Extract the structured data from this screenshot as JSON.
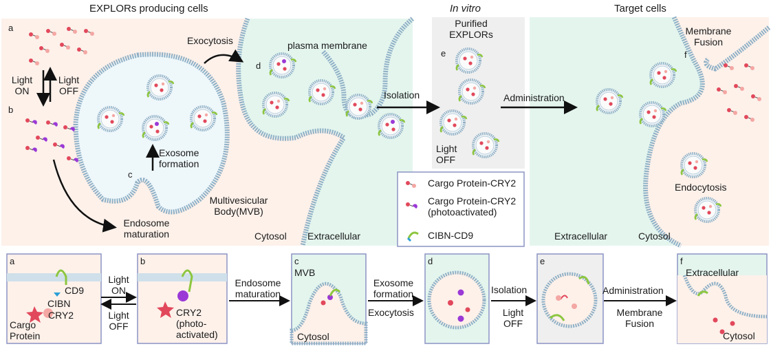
{
  "headers": {
    "producing": "EXPLORs producing cells",
    "invitro": "In vitro",
    "target": "Target cells"
  },
  "top": {
    "a": "a",
    "b": "b",
    "c": "c",
    "d": "d",
    "e": "e",
    "f": "f",
    "light_on_1": "Light",
    "light_on_2": "ON",
    "light_off_1": "Light",
    "light_off_2": "OFF",
    "exocytosis": "Exocytosis",
    "plasma_membrane": "plasma membrane",
    "exosome_1": "Exosome",
    "exosome_2": "formation",
    "endosome_1": "Endosome",
    "endosome_2": "maturation",
    "mvb_1": "Multivesicular",
    "mvb_2": "Body(MVB)",
    "cytosol_left": "Cytosol",
    "extracellular_left": "Extracellular",
    "isolation": "Isolation",
    "purified_1": "Purified",
    "purified_2": "EXPLORs",
    "invitro_light_1": "Light",
    "invitro_light_2": "OFF",
    "administration": "Administration",
    "membrane_1": "Membrane",
    "membrane_2": "Fusion",
    "endocytosis": "Endocytosis",
    "extracellular_right": "Extracellular",
    "cytosol_right": "Cytosol"
  },
  "legend": {
    "item1": "Cargo Protein-CRY2",
    "item2_1": "Cargo Protein-CRY2",
    "item2_2": "(photoactivated)",
    "item3": "CIBN-CD9"
  },
  "bottom": {
    "a": "a",
    "b": "b",
    "c": "c",
    "d": "d",
    "e": "e",
    "f": "f",
    "cd9": "CD9",
    "cibn": "CIBN",
    "cry2": "CRY2",
    "cargo_1": "Cargo",
    "cargo_2": "Protein",
    "light_on_1": "Light",
    "light_on_2": "ON",
    "light_off_1": "Light",
    "light_off_2": "OFF",
    "cry2b_1": "CRY2",
    "cry2b_2": "(photo-",
    "cry2b_3": "activated)",
    "endosome_1": "Endosome",
    "endosome_2": "maturation",
    "mvb": "MVB",
    "cytosol_c": "Cytosol",
    "exosome_1": "Exosome",
    "exosome_2": "formation",
    "exocytosis": "Exocytosis",
    "isolation": "Isolation",
    "iso_light_1": "Light",
    "iso_light_2": "OFF",
    "administration": "Administration",
    "membrane_1": "Membrane",
    "membrane_2": "Fusion",
    "extracellular": "Extracellular",
    "cytosol_f": "Cytosol"
  },
  "colors": {
    "cell_bg": "#fdf1ea",
    "mvb_bg": "#eef7fa",
    "extracellular_bg": "#e4f5ee",
    "invitro_bg": "#efefef",
    "membrane": "#a9c6d9",
    "cargo": "#e2485b",
    "cry2": "#f4a7a3",
    "cry2_active": "#9b39d6",
    "cibn": "#8dc63f",
    "cd9_tip": "#2a9fd6"
  }
}
